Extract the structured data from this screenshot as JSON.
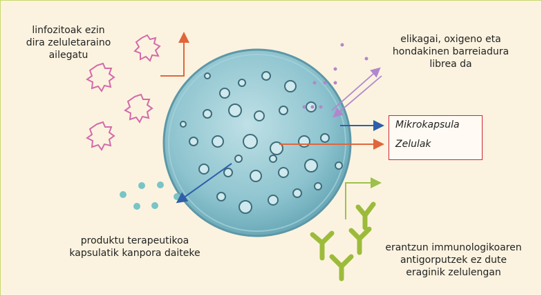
{
  "labels": {
    "lymphocytes": [
      "linfozitoak ezin",
      "dira zeluletaraino",
      "ailegatu"
    ],
    "diffusion": [
      "elikagai, oxigeno eta",
      "hondakinen barreiadura",
      "librea da"
    ],
    "product": [
      "produktu terapeutikoa",
      "kapsulatik kanpora daiteke"
    ],
    "antibodies": [
      "erantzun immunologikoaren",
      "antigorputzek ez dute",
      "eraginik zelulengan"
    ]
  },
  "legend": {
    "capsule": "Mikrokapsula",
    "cells": "Zelulak"
  },
  "colors": {
    "capsule_fill": "#8ec4cf",
    "lymphocyte": "#d46aa8",
    "antibody": "#9dbb3a",
    "product_dots": "#79c4c6",
    "arrow_orange": "#e0663a",
    "arrow_blue": "#2f5fa8",
    "arrow_purple": "#b187cc",
    "arrow_green": "#9dc04a",
    "legend_border": "#d0233a"
  }
}
